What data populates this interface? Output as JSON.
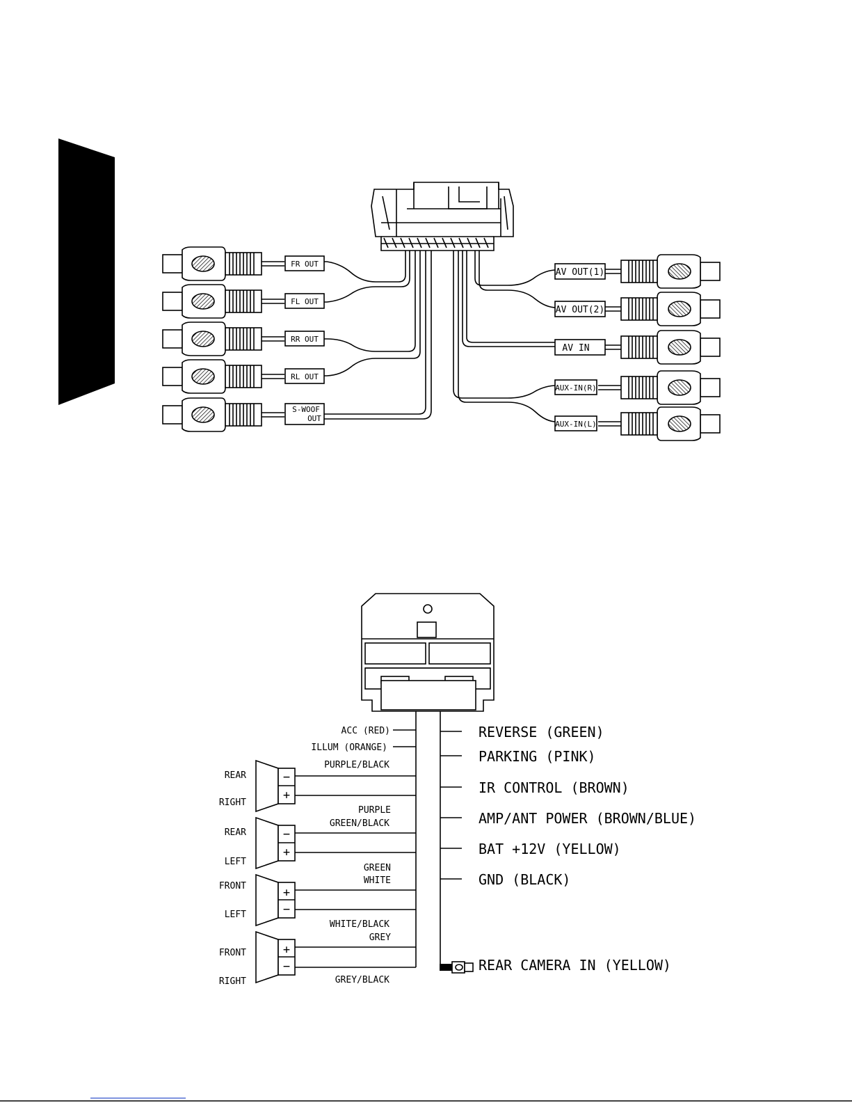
{
  "rca_harness": {
    "left_labels": [
      "FR OUT",
      "FL OUT",
      "RR OUT",
      "RL OUT"
    ],
    "subwoofer_label": [
      "S-WOOF",
      "OUT"
    ],
    "right_labels": [
      "AV OUT(1)",
      "AV OUT(2)",
      "AV IN",
      "AUX-IN(R)",
      "AUX-IN(L)"
    ]
  },
  "power_harness": {
    "left_top_labels": [
      "ACC (RED)",
      "ILLUM (ORANGE)"
    ],
    "speakers": [
      {
        "pos1": "REAR",
        "pos2": "RIGHT",
        "wire_top": "PURPLE/BLACK",
        "wire_bottom": "PURPLE",
        "term_top": "−",
        "term_bottom": "+"
      },
      {
        "pos1": "REAR",
        "pos2": "LEFT",
        "wire_top": "GREEN/BLACK",
        "wire_bottom": "GREEN",
        "term_top": "−",
        "term_bottom": "+"
      },
      {
        "pos1": "FRONT",
        "pos2": "LEFT",
        "wire_top": "WHITE",
        "wire_bottom": "WHITE/BLACK",
        "term_top": "+",
        "term_bottom": "−"
      },
      {
        "pos1": "FRONT",
        "pos2": "RIGHT",
        "wire_top": "GREY",
        "wire_bottom": "GREY/BLACK",
        "term_top": "+",
        "term_bottom": "−"
      }
    ],
    "right_labels": [
      "REVERSE (GREEN)",
      "PARKING (PINK)",
      "IR CONTROL (BROWN)",
      "AMP/ANT POWER (BROWN/BLUE)",
      "BAT +12V (YELLOW)",
      "GND (BLACK)"
    ],
    "camera_label": "REAR CAMERA IN (YELLOW)"
  }
}
